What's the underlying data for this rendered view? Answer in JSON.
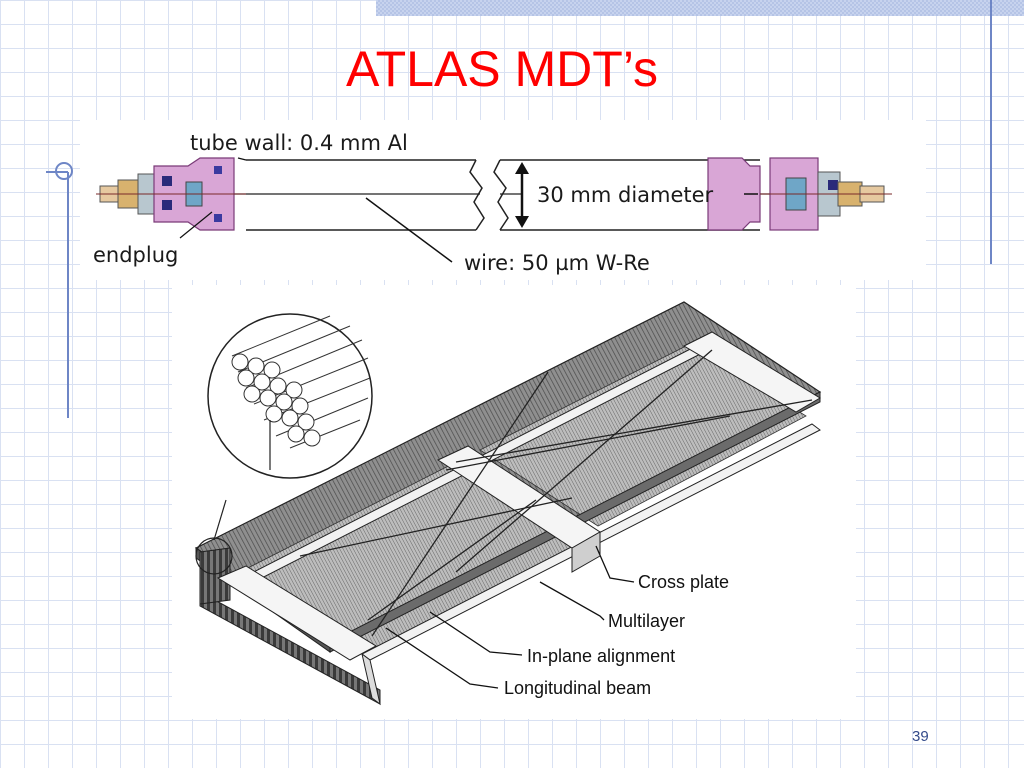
{
  "slide": {
    "title": "ATLAS MDT’s",
    "page_number": "39"
  },
  "tube_diagram": {
    "tube_wall_label": "tube wall: 0.4 mm Al",
    "diameter_label": "30 mm diameter",
    "endplug_label": "endplug",
    "wire_label": "wire:  50 µm W-Re"
  },
  "chamber_diagram": {
    "labels": {
      "cross_plate": "Cross plate",
      "multilayer": "Multilayer",
      "in_plane_alignment": "In-plane alignment",
      "longitudinal_beam": "Longitudinal beam"
    }
  }
}
